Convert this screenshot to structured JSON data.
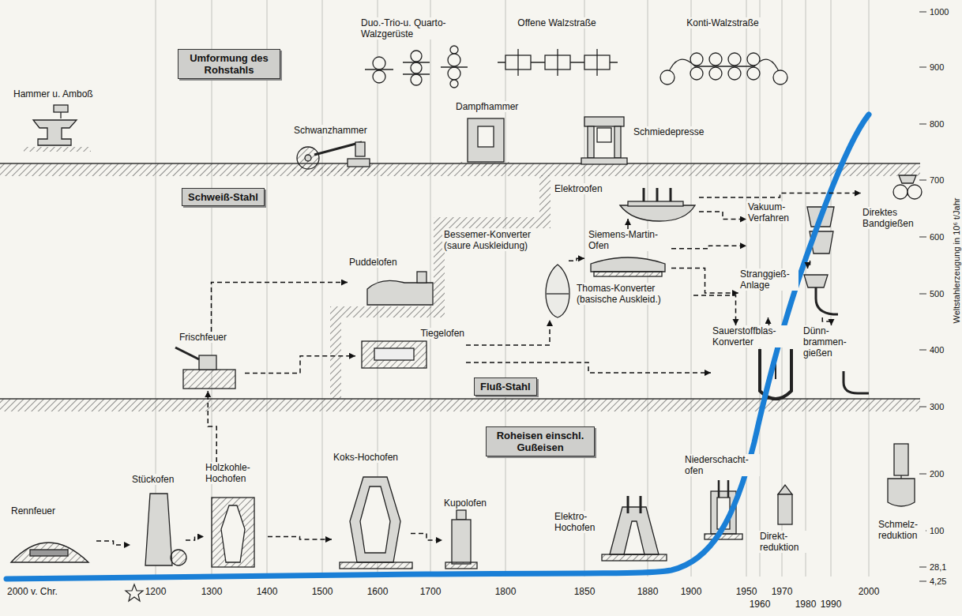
{
  "diagram": {
    "nodes": [
      {
        "text": [
          "Umformung des Rohstahls"
        ]
      },
      {
        "text": [
          "Hammer u. Amboß"
        ]
      },
      {
        "text": [
          "Schwanzhammer"
        ]
      },
      {
        "text": [
          "Duo.-Trio-u. Quarto- Walzgerüste"
        ]
      },
      {
        "text": [
          "Dampfhammer"
        ]
      },
      {
        "text": [
          "Offene Walzstraße"
        ]
      },
      {
        "text": [
          "Schmiedepresse"
        ]
      },
      {
        "text": [
          "Konti-Walzstraße"
        ]
      },
      {
        "text": [
          "Schweiß-Stahl"
        ]
      },
      {
        "text": [
          "Frischfeuer"
        ]
      },
      {
        "text": [
          "Bessemer-Konverter (saure Auskleidung)"
        ]
      },
      {
        "text": [
          "Puddelofen"
        ]
      },
      {
        "text": [
          "Tiegelofen"
        ]
      },
      {
        "text": [
          "Fluß-Stahl"
        ]
      },
      {
        "text": [
          "Elektroofen"
        ]
      },
      {
        "text": [
          "Siemens-Martin- Ofen"
        ]
      },
      {
        "text": [
          "Thomas-Konverter (basische Auskleid.)"
        ]
      },
      {
        "text": [
          "Vakuum- Verfahren"
        ]
      },
      {
        "text": [
          "Stranggieß- Anlage"
        ]
      },
      {
        "text": [
          "Sauerstoffblas- Konverter"
        ]
      },
      {
        "text": [
          "Dünn- brammen- gießen"
        ]
      },
      {
        "text": [
          "Direktes Bandgießen"
        ]
      },
      {
        "text": [
          "Rennfeuer"
        ]
      },
      {
        "text": [
          "Stückofen"
        ]
      },
      {
        "text": [
          "Holzkohle- Hochofen"
        ]
      },
      {
        "text": [
          "Koks-Hochofen"
        ]
      },
      {
        "text": [
          "Kupolofen"
        ]
      },
      {
        "text": [
          "Roheisen einschl. Gußeisen"
        ]
      },
      {
        "text": [
          "Elektro- Hochofen"
        ]
      },
      {
        "text": [
          "Niederschacht- ofen"
        ]
      },
      {
        "text": [
          "Direkt- reduktion"
        ]
      },
      {
        "text": [
          "Schmelz- reduktion"
        ]
      }
    ],
    "edges": [
      {
        "from": 22,
        "to": 23,
        "arrow": "to"
      },
      {
        "from": 23,
        "to": 24,
        "arrow": "to"
      },
      {
        "from": 24,
        "to": 25,
        "arrow": "to"
      },
      {
        "from": 25,
        "to": 26,
        "arrow": "to"
      },
      {
        "from": 24,
        "to": 9,
        "arrow": "to"
      },
      {
        "from": 9,
        "to": 11,
        "arrow": "to"
      },
      {
        "from": 9,
        "to": 12,
        "arrow": "to"
      },
      {
        "from": 12,
        "to": 10,
        "arrow": "to"
      },
      {
        "from": 12,
        "to": 19,
        "arrow": "to"
      },
      {
        "from": 10,
        "to": 15,
        "arrow": "to"
      },
      {
        "from": 15,
        "to": 14,
        "arrow": "to"
      },
      {
        "from": 14,
        "to": 21,
        "arrow": "to"
      },
      {
        "from": 14,
        "to": 17,
        "arrow": "to"
      },
      {
        "from": 15,
        "to": 17,
        "arrow": "to"
      },
      {
        "from": 15,
        "to": 18,
        "arrow": "to"
      },
      {
        "from": 16,
        "to": 19,
        "arrow": "to"
      },
      {
        "from": 17,
        "to": 18,
        "arrow": "to"
      },
      {
        "from": 19,
        "to": 18,
        "arrow": "to"
      },
      {
        "from": 18,
        "to": 20,
        "arrow": "to"
      }
    ],
    "labels": [
      "2000 v. Chr.",
      "1200",
      "1300",
      "1400",
      "1500",
      "1600",
      "1700",
      "1800",
      "1850",
      "1880",
      "1900",
      "1950",
      "1960",
      "1970",
      "1980",
      "1990",
      "2000",
      "1000",
      "900",
      "800",
      "700",
      "600",
      "500",
      "400",
      "300",
      "200",
      "100",
      "28,1",
      "4,25",
      "Weltstahlerzeugung in 10⁶ t/Jahr"
    ]
  }
}
